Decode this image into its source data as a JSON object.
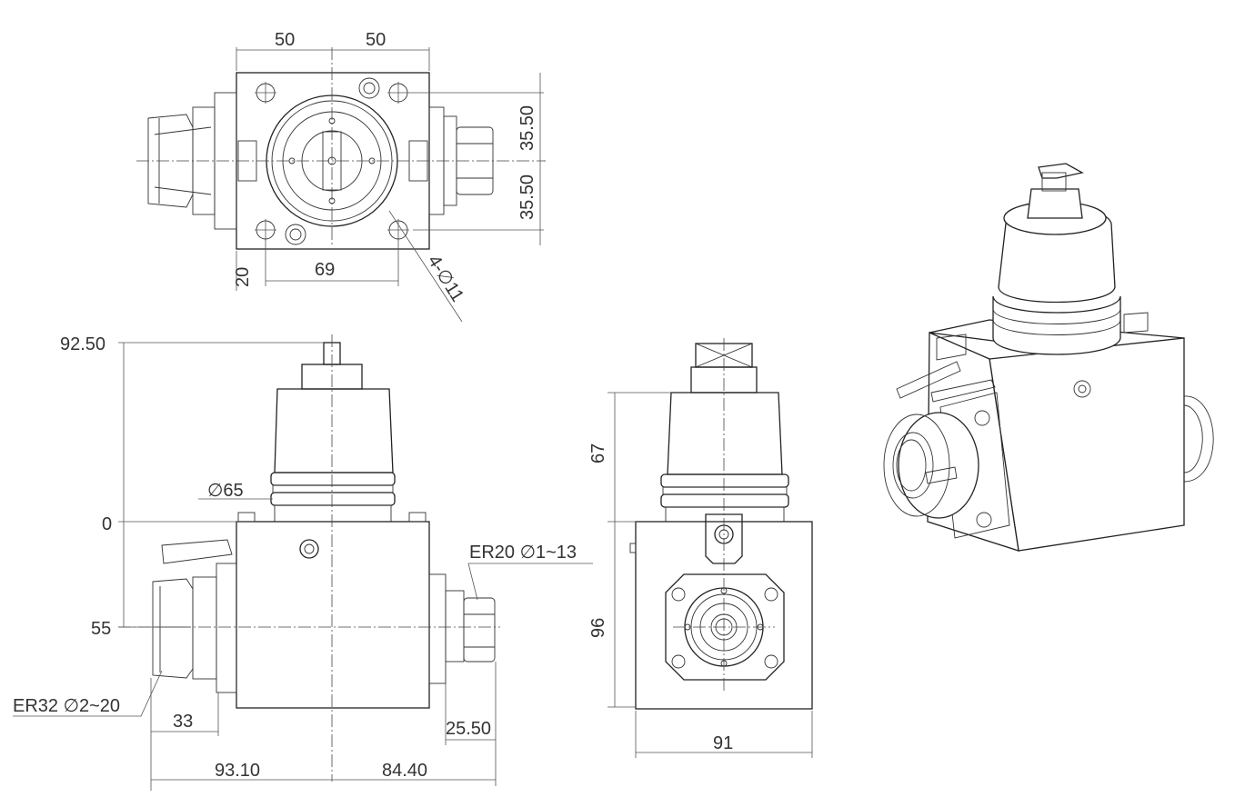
{
  "dimensions": {
    "top_width_left": "50",
    "top_width_right": "50",
    "top_height_upper": "35.50",
    "top_height_lower": "35.50",
    "top_edge_offset": "20",
    "top_hole_spacing": "69",
    "top_holes": "4-∅11",
    "side_height_top": "92.50",
    "side_zero": "0",
    "side_height_bottom": "55",
    "side_diameter": "∅65",
    "side_collet_right": "ER20 ∅1~13",
    "side_collet_left": "ER32 ∅2~20",
    "side_offset_33": "33",
    "side_offset_2550": "25.50",
    "side_width_left": "93.10",
    "side_width_right": "84.40",
    "front_height_upper": "67",
    "front_height_lower": "96",
    "front_width": "91"
  }
}
